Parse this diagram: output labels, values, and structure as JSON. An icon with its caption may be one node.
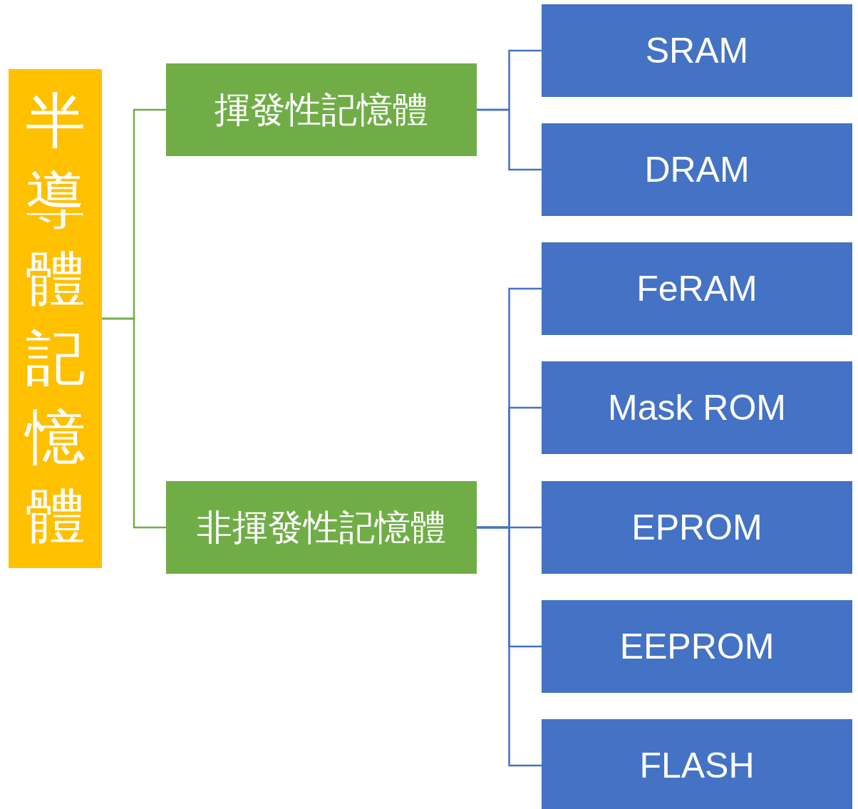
{
  "diagram": {
    "nodes": [
      {
        "text": [
          "半導體記憶體"
        ]
      },
      {
        "text": [
          "揮發性記憶體"
        ]
      },
      {
        "text": [
          "非揮發性記憶體"
        ]
      },
      {
        "text": [
          "SRAM"
        ]
      },
      {
        "text": [
          "DRAM"
        ]
      },
      {
        "text": [
          "FeRAM"
        ]
      },
      {
        "text": [
          "Mask ROM"
        ]
      },
      {
        "text": [
          "EPROM"
        ]
      },
      {
        "text": [
          "EEPROM"
        ]
      },
      {
        "text": [
          "FLASH"
        ]
      }
    ],
    "edges": [
      {
        "from": 0,
        "to": 1,
        "arrow": "none",
        "color": "#70ad47"
      },
      {
        "from": 0,
        "to": 2,
        "arrow": "none",
        "color": "#70ad47"
      },
      {
        "from": 1,
        "to": 3,
        "arrow": "none"
      },
      {
        "from": 1,
        "to": 4,
        "arrow": "none"
      },
      {
        "from": 2,
        "to": 5,
        "arrow": "none"
      },
      {
        "from": 2,
        "to": 6,
        "arrow": "none"
      },
      {
        "from": 2,
        "to": 7,
        "arrow": "none"
      },
      {
        "from": 2,
        "to": 8,
        "arrow": "none"
      },
      {
        "from": 2,
        "to": 9,
        "arrow": "none"
      }
    ]
  }
}
